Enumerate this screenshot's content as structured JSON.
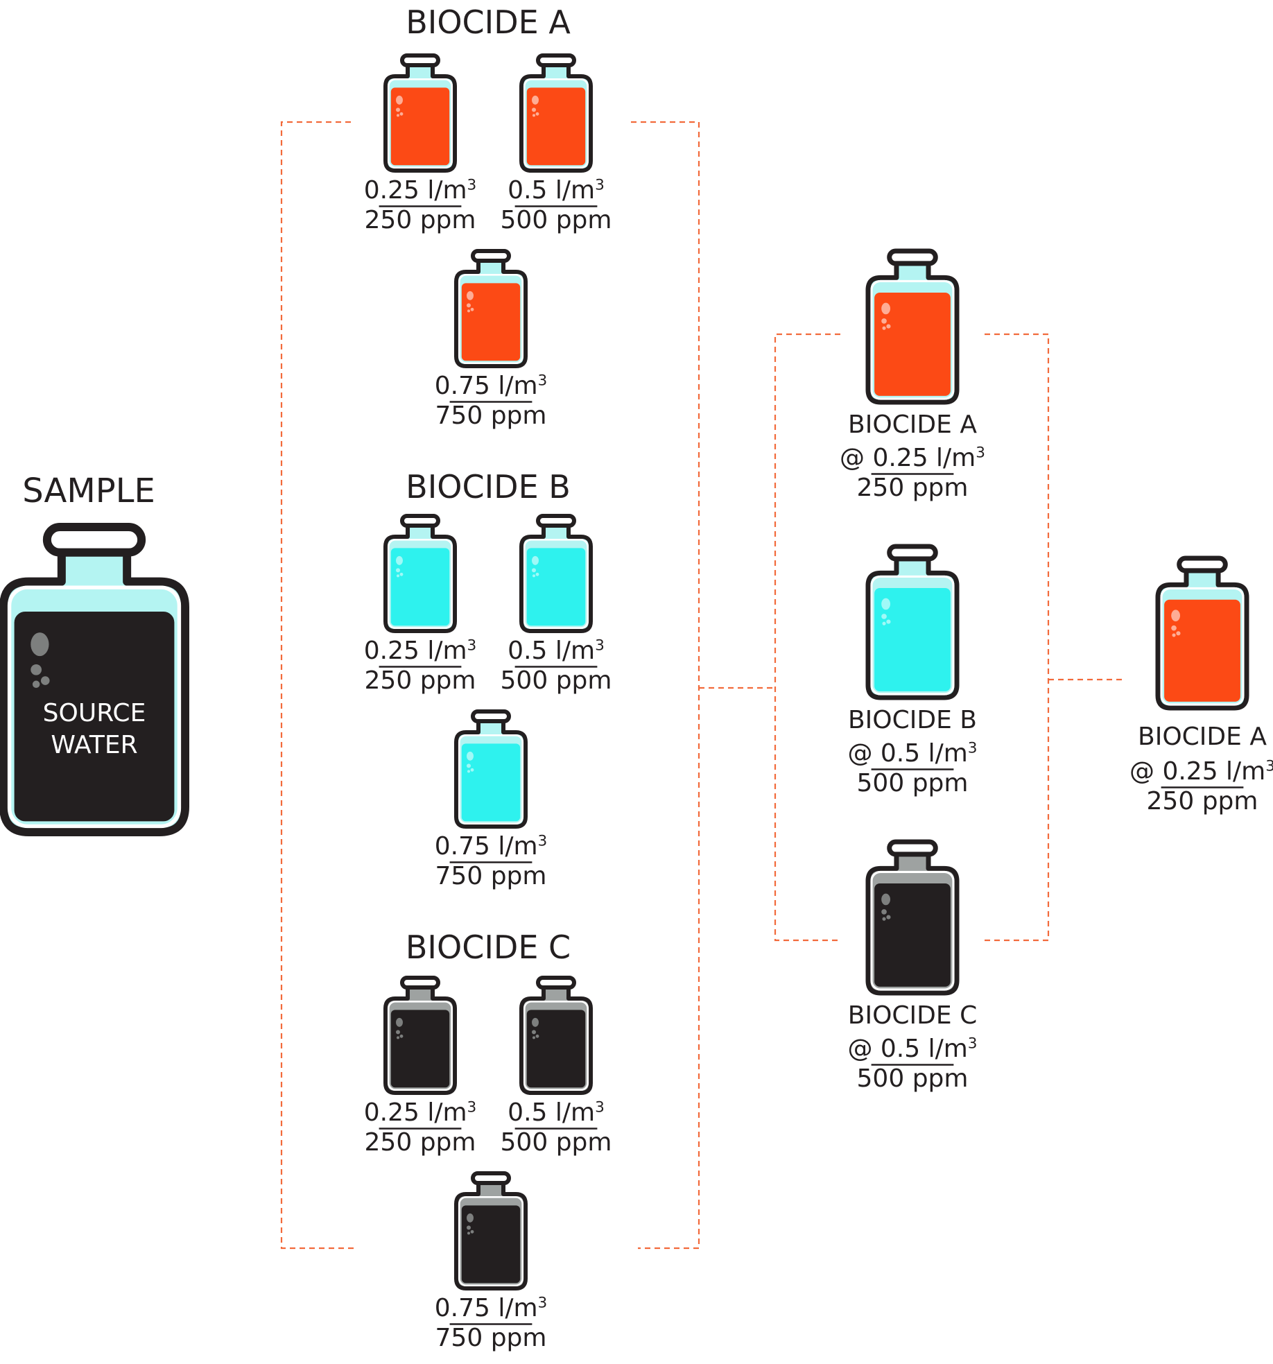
{
  "colors": {
    "orange": "#fc4a15",
    "cyan": "#2ef2ee",
    "dark": "#231f20",
    "headspace_light": "#b4f4f2",
    "headspace_dark": "#9ea2a1",
    "connector": "#f26a3b"
  },
  "sample": {
    "title": "SAMPLE",
    "label_line1": "SOURCE",
    "label_line2": "WATER",
    "icon": "sample-bottle-icon"
  },
  "biocide_a": {
    "title": "BIOCIDE  A",
    "tests": [
      {
        "dose": "0.25 l/m",
        "sup": "3",
        "ppm": "250 ppm"
      },
      {
        "dose": "0.5 l/m",
        "sup": "3",
        "ppm": "500 ppm"
      },
      {
        "dose": "0.75 l/m",
        "sup": "3",
        "ppm": "750 ppm"
      }
    ]
  },
  "biocide_b": {
    "title": "BIOCIDE B",
    "tests": [
      {
        "dose": "0.25 l/m",
        "sup": "3",
        "ppm": "250 ppm"
      },
      {
        "dose": "0.5 l/m",
        "sup": "3",
        "ppm": "500 ppm"
      },
      {
        "dose": "0.75 l/m",
        "sup": "3",
        "ppm": "750 ppm"
      }
    ]
  },
  "biocide_c": {
    "title": "BIOCIDE C",
    "tests": [
      {
        "dose": "0.25 l/m",
        "sup": "3",
        "ppm": "250 ppm"
      },
      {
        "dose": "0.5 l/m",
        "sup": "3",
        "ppm": "500 ppm"
      },
      {
        "dose": "0.75 l/m",
        "sup": "3",
        "ppm": "750 ppm"
      }
    ]
  },
  "selected": [
    {
      "name": "BIOCIDE A",
      "dose": "@ 0.25  l/m",
      "sup": "3",
      "ppm": "250 ppm"
    },
    {
      "name": "BIOCIDE B",
      "dose": "@ 0.5  l/m",
      "sup": "3",
      "ppm": "500 ppm"
    },
    {
      "name": "BIOCIDE C",
      "dose": "@ 0.5  l/m",
      "sup": "3",
      "ppm": "500 ppm"
    }
  ],
  "final": {
    "name": "BIOCIDE A",
    "dose": "@ 0.25  l/m",
    "sup": "3",
    "ppm": "250 ppm"
  }
}
